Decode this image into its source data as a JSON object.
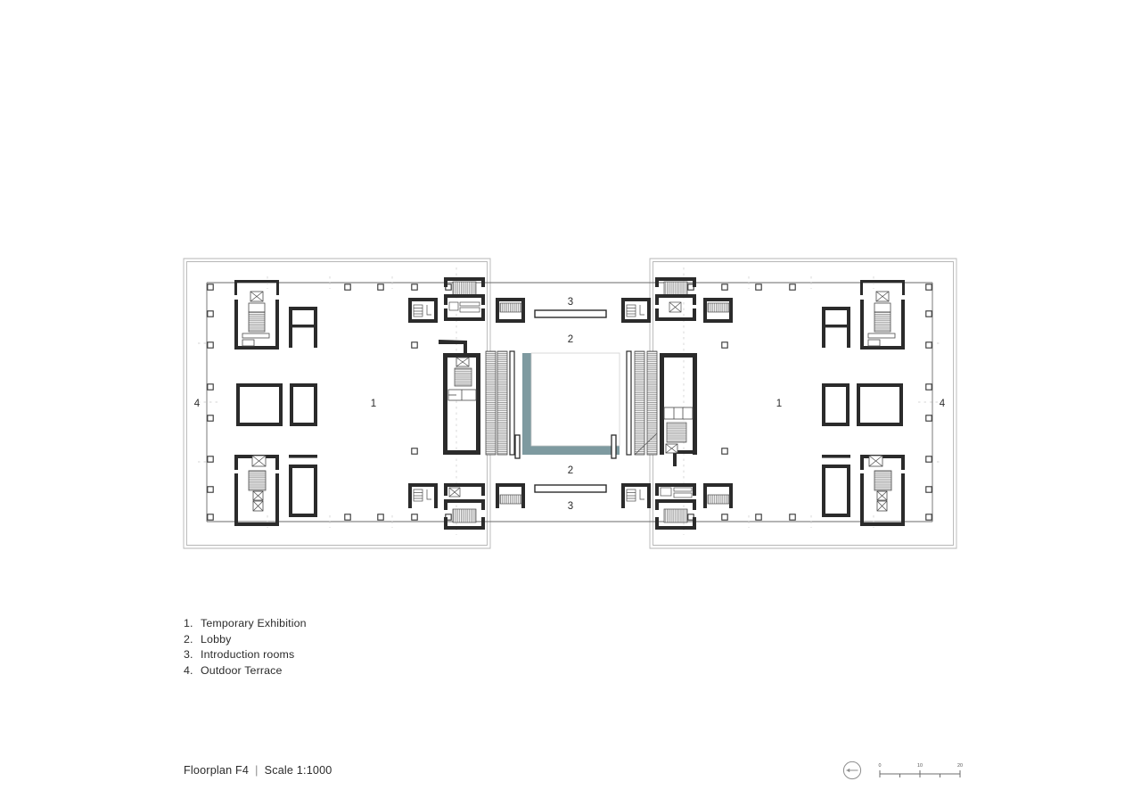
{
  "sheet": {
    "title": "Floorplan F4",
    "separator": "|",
    "scale_text": "Scale 1:1000",
    "background_color": "#ffffff",
    "ink_color": "#231f20",
    "accent_color": "#7e9aa0"
  },
  "legend": {
    "items": [
      {
        "num": "1.",
        "label": "Temporary Exhibition"
      },
      {
        "num": "2.",
        "label": "Lobby"
      },
      {
        "num": "3.",
        "label": "Introduction rooms"
      },
      {
        "num": "4.",
        "label": "Outdoor Terrace"
      }
    ]
  },
  "plan_labels": {
    "west_wing": "1",
    "east_wing": "1",
    "lobby_top": "2",
    "lobby_bottom": "2",
    "intro_top": "3",
    "intro_bottom": "3",
    "terrace_west": "4",
    "terrace_east": "4"
  },
  "scale_bar": {
    "ticks": [
      "0",
      "10",
      "20"
    ],
    "minor_ticks": 4,
    "unit_note": ""
  },
  "north_arrow": {
    "icon": "north-arrow-icon",
    "direction": "left"
  }
}
